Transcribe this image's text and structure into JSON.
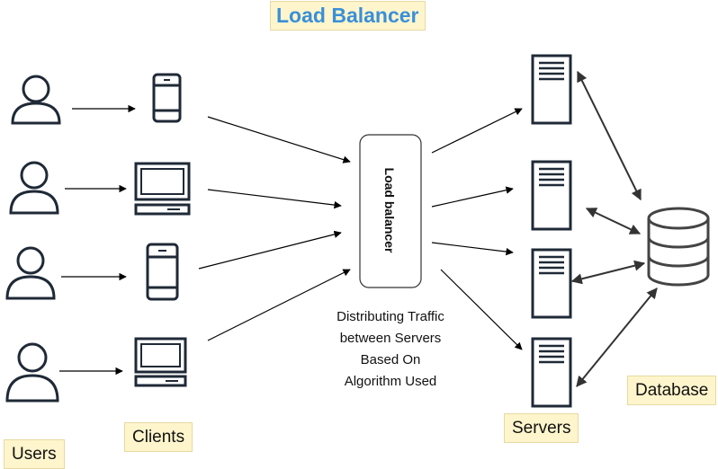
{
  "title": "Load Balancer",
  "load_balancer": {
    "label": "Load balancer"
  },
  "note_lines": [
    "Distributing Traffic",
    "between Servers",
    "Based On",
    "Algorithm Used"
  ],
  "labels": {
    "users": "Users",
    "clients": "Clients",
    "servers": "Servers",
    "database": "Database"
  },
  "colors": {
    "title": "#3a8fd8",
    "label_bg": "#fff5cc",
    "stroke": "#1f2937"
  },
  "icons": {
    "user": "user-icon",
    "phone": "phone-icon",
    "laptop": "laptop-icon",
    "server": "server-icon",
    "database": "database-icon"
  }
}
